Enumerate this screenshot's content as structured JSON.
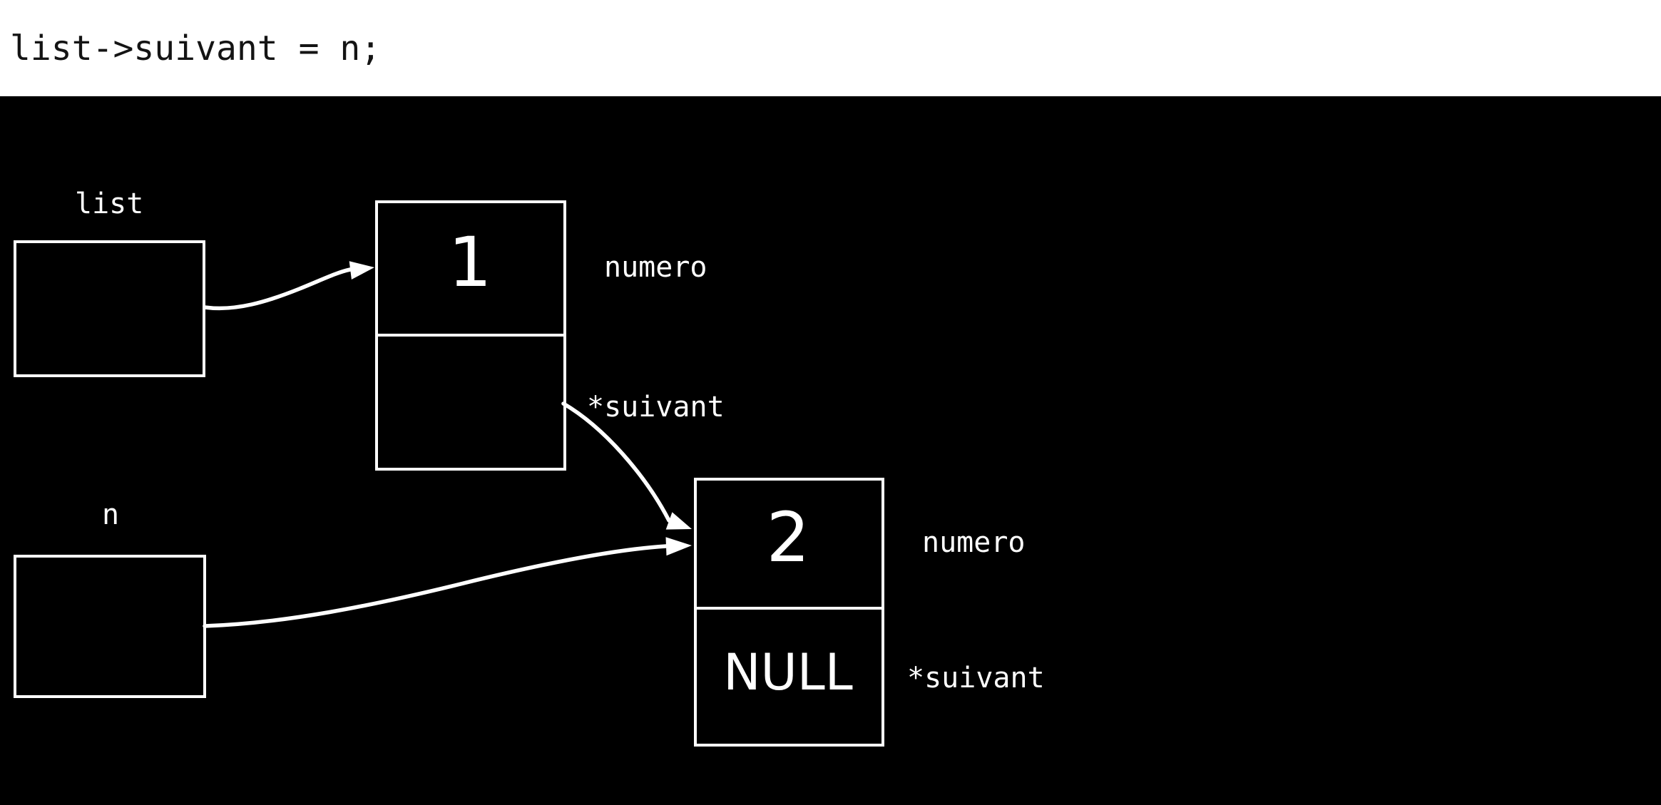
{
  "code_line": "list->suivant = n;",
  "colors": {
    "background": "#000000",
    "code_bar": "#ffffff",
    "stroke": "#ffffff",
    "code_text": "#141414"
  },
  "pointers": [
    {
      "id": "list",
      "label": "list"
    },
    {
      "id": "n",
      "label": "n"
    }
  ],
  "nodes": [
    {
      "id": "node1",
      "numero_value": "1",
      "suivant_value": "",
      "numero_label": "numero",
      "suivant_label": "*suivant"
    },
    {
      "id": "node2",
      "numero_value": "2",
      "suivant_value": "NULL",
      "numero_label": "numero",
      "suivant_label": "*suivant"
    }
  ]
}
